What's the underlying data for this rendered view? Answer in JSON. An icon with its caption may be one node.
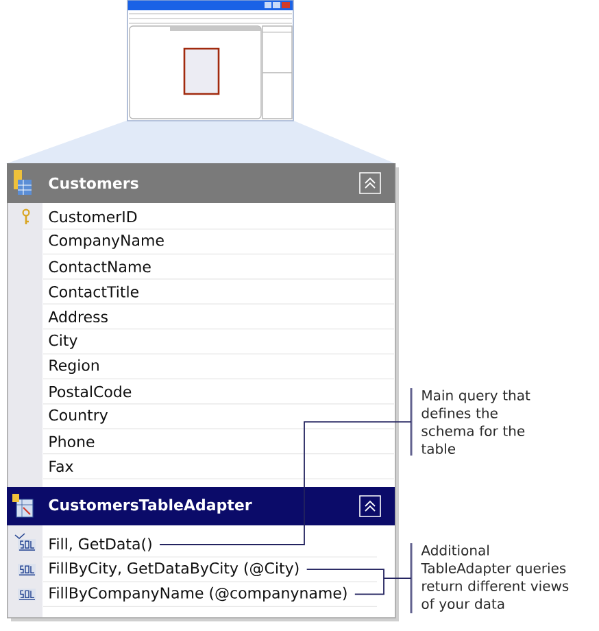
{
  "diagram": {
    "nodes": [
      {
        "text": [
          "Customers"
        ]
      },
      {
        "text": [
          "CustomerID"
        ],
        "in": 0
      },
      {
        "text": [
          "CompanyName"
        ],
        "in": 0
      },
      {
        "text": [
          "ContactName"
        ],
        "in": 0
      },
      {
        "text": [
          "ContactTitle"
        ],
        "in": 0
      },
      {
        "text": [
          "Address"
        ],
        "in": 0
      },
      {
        "text": [
          "City"
        ],
        "in": 0
      },
      {
        "text": [
          "Region"
        ],
        "in": 0
      },
      {
        "text": [
          "PostalCode"
        ],
        "in": 0
      },
      {
        "text": [
          "Country"
        ],
        "in": 0
      },
      {
        "text": [
          "Phone"
        ],
        "in": 0
      },
      {
        "text": [
          "Fax"
        ],
        "in": 0
      },
      {
        "text": [
          "CustomersTableAdapter"
        ],
        "in": 0
      },
      {
        "text": [
          "Fill, GetData()"
        ],
        "in": 0
      },
      {
        "text": [
          "FillByCity, GetDataByCity (@City)"
        ],
        "in": 0
      },
      {
        "text": [
          "FillByCompanyName (@companyname)"
        ],
        "in": 0
      },
      {
        "text": [
          "Main query that defines the schema for the table"
        ]
      },
      {
        "text": [
          "Additional TableAdapter queries return different views of your data"
        ]
      }
    ],
    "edges": [
      {
        "from": 16,
        "to": 13,
        "arrow": "none"
      },
      {
        "from": 17,
        "to": 14,
        "arrow": "none"
      },
      {
        "from": 17,
        "to": 15,
        "arrow": "none"
      }
    ]
  }
}
